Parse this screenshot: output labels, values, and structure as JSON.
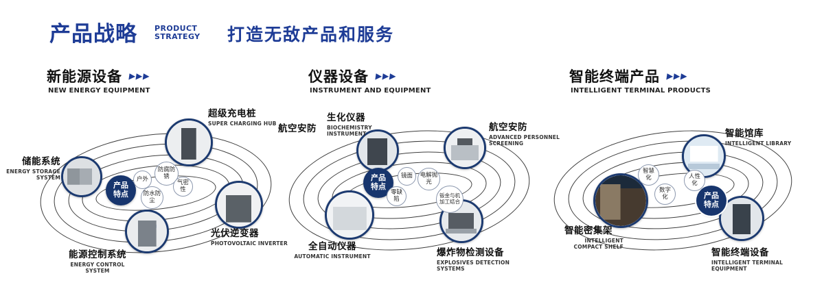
{
  "header": {
    "title": "产品战略",
    "en_line1": "PRODUCT",
    "en_line2": "STRATEGY",
    "slogan": "打造无敌产品和服务"
  },
  "arrow_icon": "▶▶▶",
  "center_badge": "产品特点",
  "colors": {
    "brand_blue": "#1e3c96",
    "navy": "#17356d",
    "orbit_line": "#3d3d3d"
  },
  "sections": [
    {
      "title": "新能源设备",
      "subtitle": "NEW ENERGY EQUIPMENT",
      "nodes": [
        {
          "title": "储能系统",
          "subtitle": "ENERGY STORAGE SYSTEM"
        },
        {
          "title": "超级充电桩",
          "subtitle": "SUPER CHARGING HUB"
        },
        {
          "title": "光伏逆变器",
          "subtitle": "PHOTOVOLTAIC INVERTER"
        },
        {
          "title": "能源控制系统",
          "subtitle": "ENERGY CONTROL SYSTEM"
        }
      ],
      "features": [
        "户外",
        "防腐防锈",
        "气密性",
        "防水防尘"
      ]
    },
    {
      "title": "仪器设备",
      "subtitle": "INSTRUMENT AND EQUIPMENT",
      "extra_label": "航空安防",
      "nodes": [
        {
          "title": "生化仪器",
          "subtitle": "BIOCHEMISTRY INSTRUMENT"
        },
        {
          "title": "航空安防",
          "subtitle": "ADVANCED PERSONNEL SCREENING"
        },
        {
          "title": "全自动仪器",
          "subtitle": "AUTOMATIC INSTRUMENT"
        },
        {
          "title": "爆炸物检测设备",
          "subtitle": "EXPLOSIVES DETECTION SYSTEMS"
        }
      ],
      "features": [
        "镜面",
        "电解抛光",
        "零缺陷",
        "钣金与机加工结合"
      ]
    },
    {
      "title": "智能终端产品",
      "subtitle": "INTELLIGENT TERMINAL PRODUCTS",
      "nodes": [
        {
          "title": "智能馆库",
          "subtitle": "INTELLIGENT LIBRARY"
        },
        {
          "title": "智能密集架",
          "subtitle": "INTELLIGENT COMPACT SHELF"
        },
        {
          "title": "智能终端设备",
          "subtitle": "INTELLIGENT TERMINAL EQUIPMENT"
        }
      ],
      "features": [
        "智慧化",
        "人性化",
        "数字化"
      ]
    }
  ]
}
